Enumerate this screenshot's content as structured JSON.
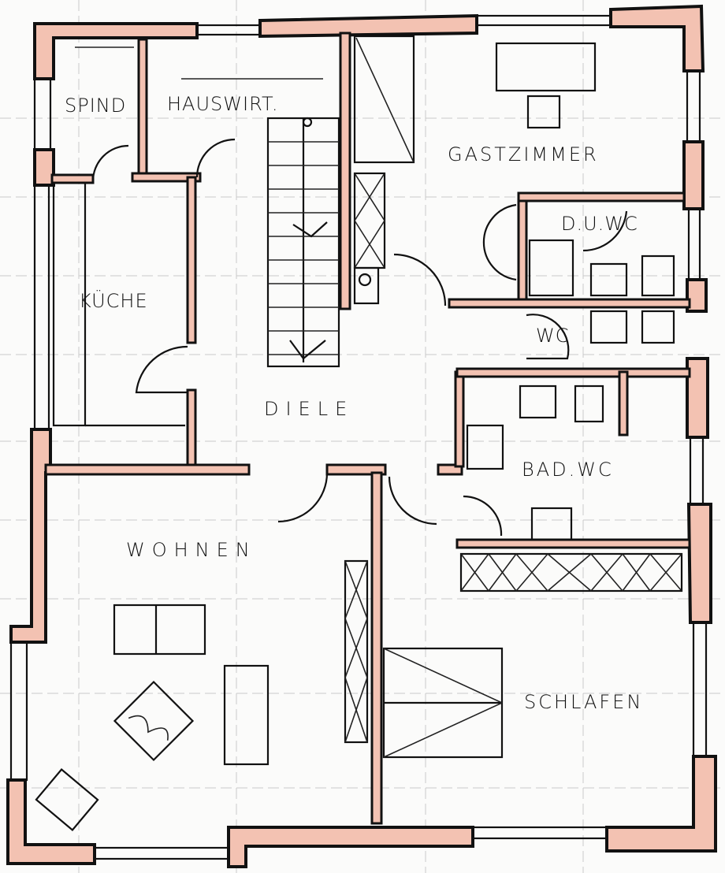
{
  "plan": {
    "type": "floor-plan",
    "style": "hand-drawn architectural sketch",
    "wall_fill_color": "#f3c2b2",
    "line_color": "#111111",
    "background_color": "#fbfbfa"
  },
  "rooms": {
    "spind": {
      "label": "SPIND"
    },
    "hauswirt": {
      "label": "HAUSWIRT."
    },
    "gastzimmer": {
      "label": "GASTZIMMER"
    },
    "du_wc": {
      "label": "D.U.WC"
    },
    "kueche": {
      "label": "KÜCHE"
    },
    "wc": {
      "label": "WC"
    },
    "diele": {
      "label": "DIELE"
    },
    "bad_wc": {
      "label": "BAD.WC"
    },
    "wohnen": {
      "label": "WOHNEN"
    },
    "schlafen": {
      "label": "SCHLAFEN"
    }
  }
}
